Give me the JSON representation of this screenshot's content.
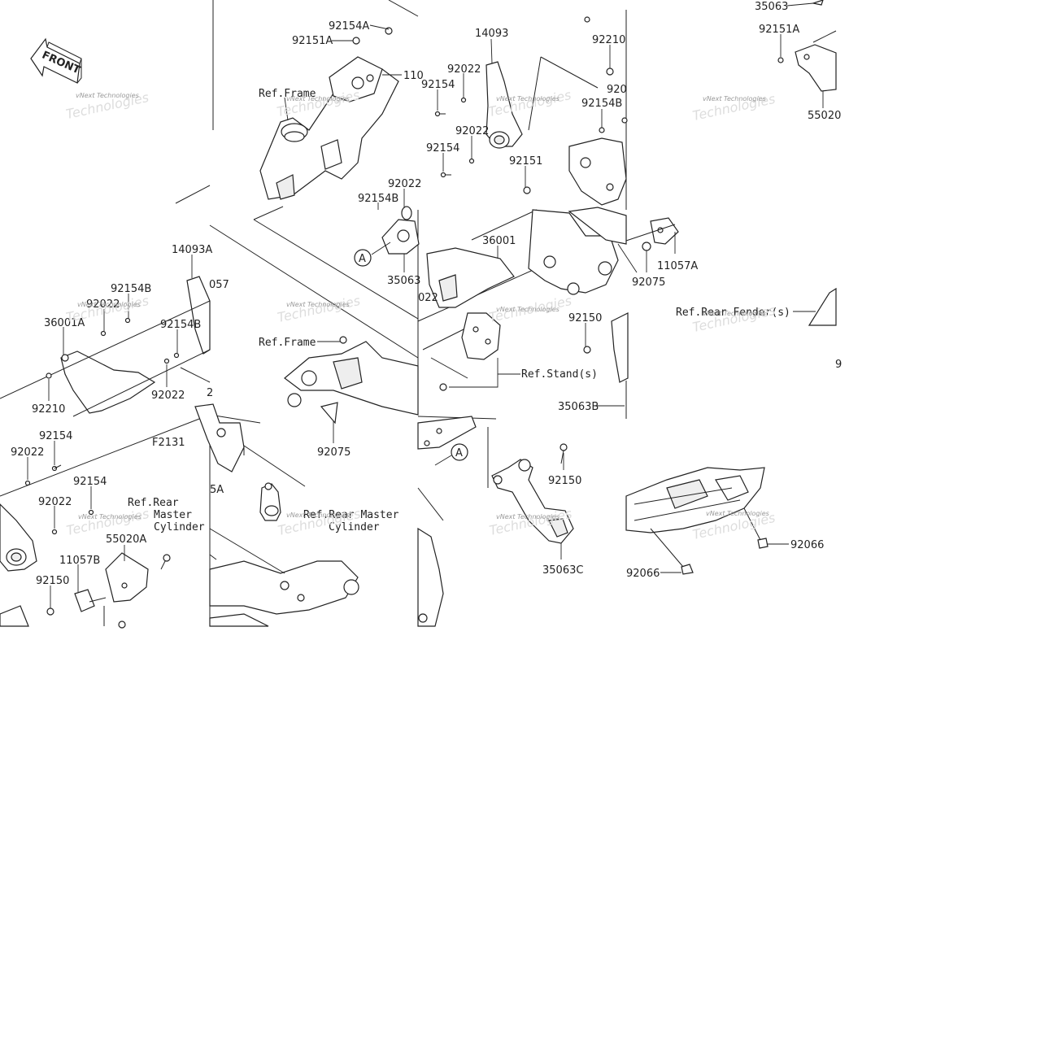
{
  "front_label": "FRONT",
  "watermark": "vNext Technologies",
  "callouts": {
    "c_92154A": "92154A",
    "c_92151A_tl": "92151A",
    "c_110_top": "110",
    "c_refframe_top": "Ref.Frame",
    "c_14093": "14093",
    "c_92022_a": "92022",
    "c_92154_a": "92154",
    "c_92022_b": "92022",
    "c_92154_b": "92154",
    "c_92210_top": "92210",
    "c_920_top": "920",
    "c_92154B_top": "92154B",
    "c_92151_mid": "92151",
    "c_35063_top": "35063",
    "c_92151A_tr": "92151A",
    "c_55020": "55020",
    "c_92022_c": "92022",
    "c_92154B_c": "92154B",
    "c_A_1": "A",
    "c_35063_mid": "35063",
    "c_022": "022",
    "c_36001": "36001",
    "c_11057A": "11057A",
    "c_92075_r": "92075",
    "c_refrearfender": "Ref.Rear Fender(s)",
    "c_14093A": "14093A",
    "c_057": "057",
    "c_92154B_l": "92154B",
    "c_92022_l": "92022",
    "c_36001A": "36001A",
    "c_92154B_l2": "92154B",
    "c_92210_l": "92210",
    "c_92022_l2": "92022",
    "c_refframe_mid": "Ref.Frame",
    "c_92150_mid": "92150",
    "c_refstand": "Ref.Stand(s)",
    "c_35063B": "35063B",
    "c_92075_mid": "92075",
    "c_F2131": "F2131",
    "c_92154_bl": "92154",
    "c_92022_bl": "92022",
    "c_92154_bl2": "92154",
    "c_92022_bl2": "92022",
    "c_refrearmaster_l1": "Ref.Rear",
    "c_refrearmaster_l2": "Master",
    "c_refrearmaster_l3": "Cylinder",
    "c_55020A": "55020A",
    "c_11057B": "11057B",
    "c_92150_bl": "92150",
    "c_refrearmaster_m1": "Ref.Rear Master",
    "c_refrearmaster_m2": "Cylinder",
    "c_A_2": "A",
    "c_92150_br": "92150",
    "c_35063C": "35063C",
    "c_92066_a": "92066",
    "c_92066_b": "92066",
    "c_5A": "5A",
    "c_2": "2",
    "c_9": "9"
  }
}
